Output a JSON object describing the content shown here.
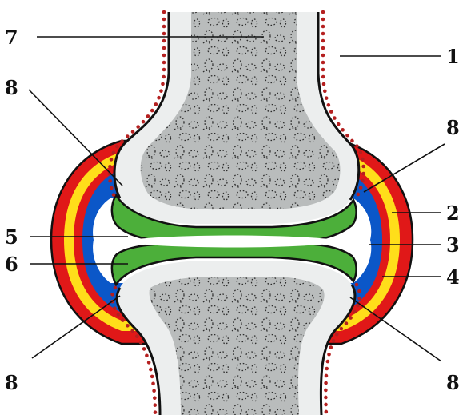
{
  "diagram": {
    "labels": {
      "periosteum": "1",
      "outer_layer_right": "2",
      "synovial_membrane_right": "3",
      "joint_cavity_right": "4",
      "joint_cavity_center": "5",
      "cartilage_lower": "6",
      "spongy_bone": "7",
      "capsule_upper_left": "8",
      "capsule_upper_right": "8",
      "capsule_lower_left": "8",
      "capsule_lower_right": "8"
    },
    "colors": {
      "bone_interior": "#b9bcbc",
      "cortical_bone": "#eceeee",
      "cartilage": "#4caf3a",
      "joint_space": "#ffffff",
      "synovial_layer": "#0b57c8",
      "yellow_layer": "#ffde1a",
      "red_layer": "#e01818",
      "outline": "#111111",
      "periosteum_dots": "#b52020"
    }
  }
}
